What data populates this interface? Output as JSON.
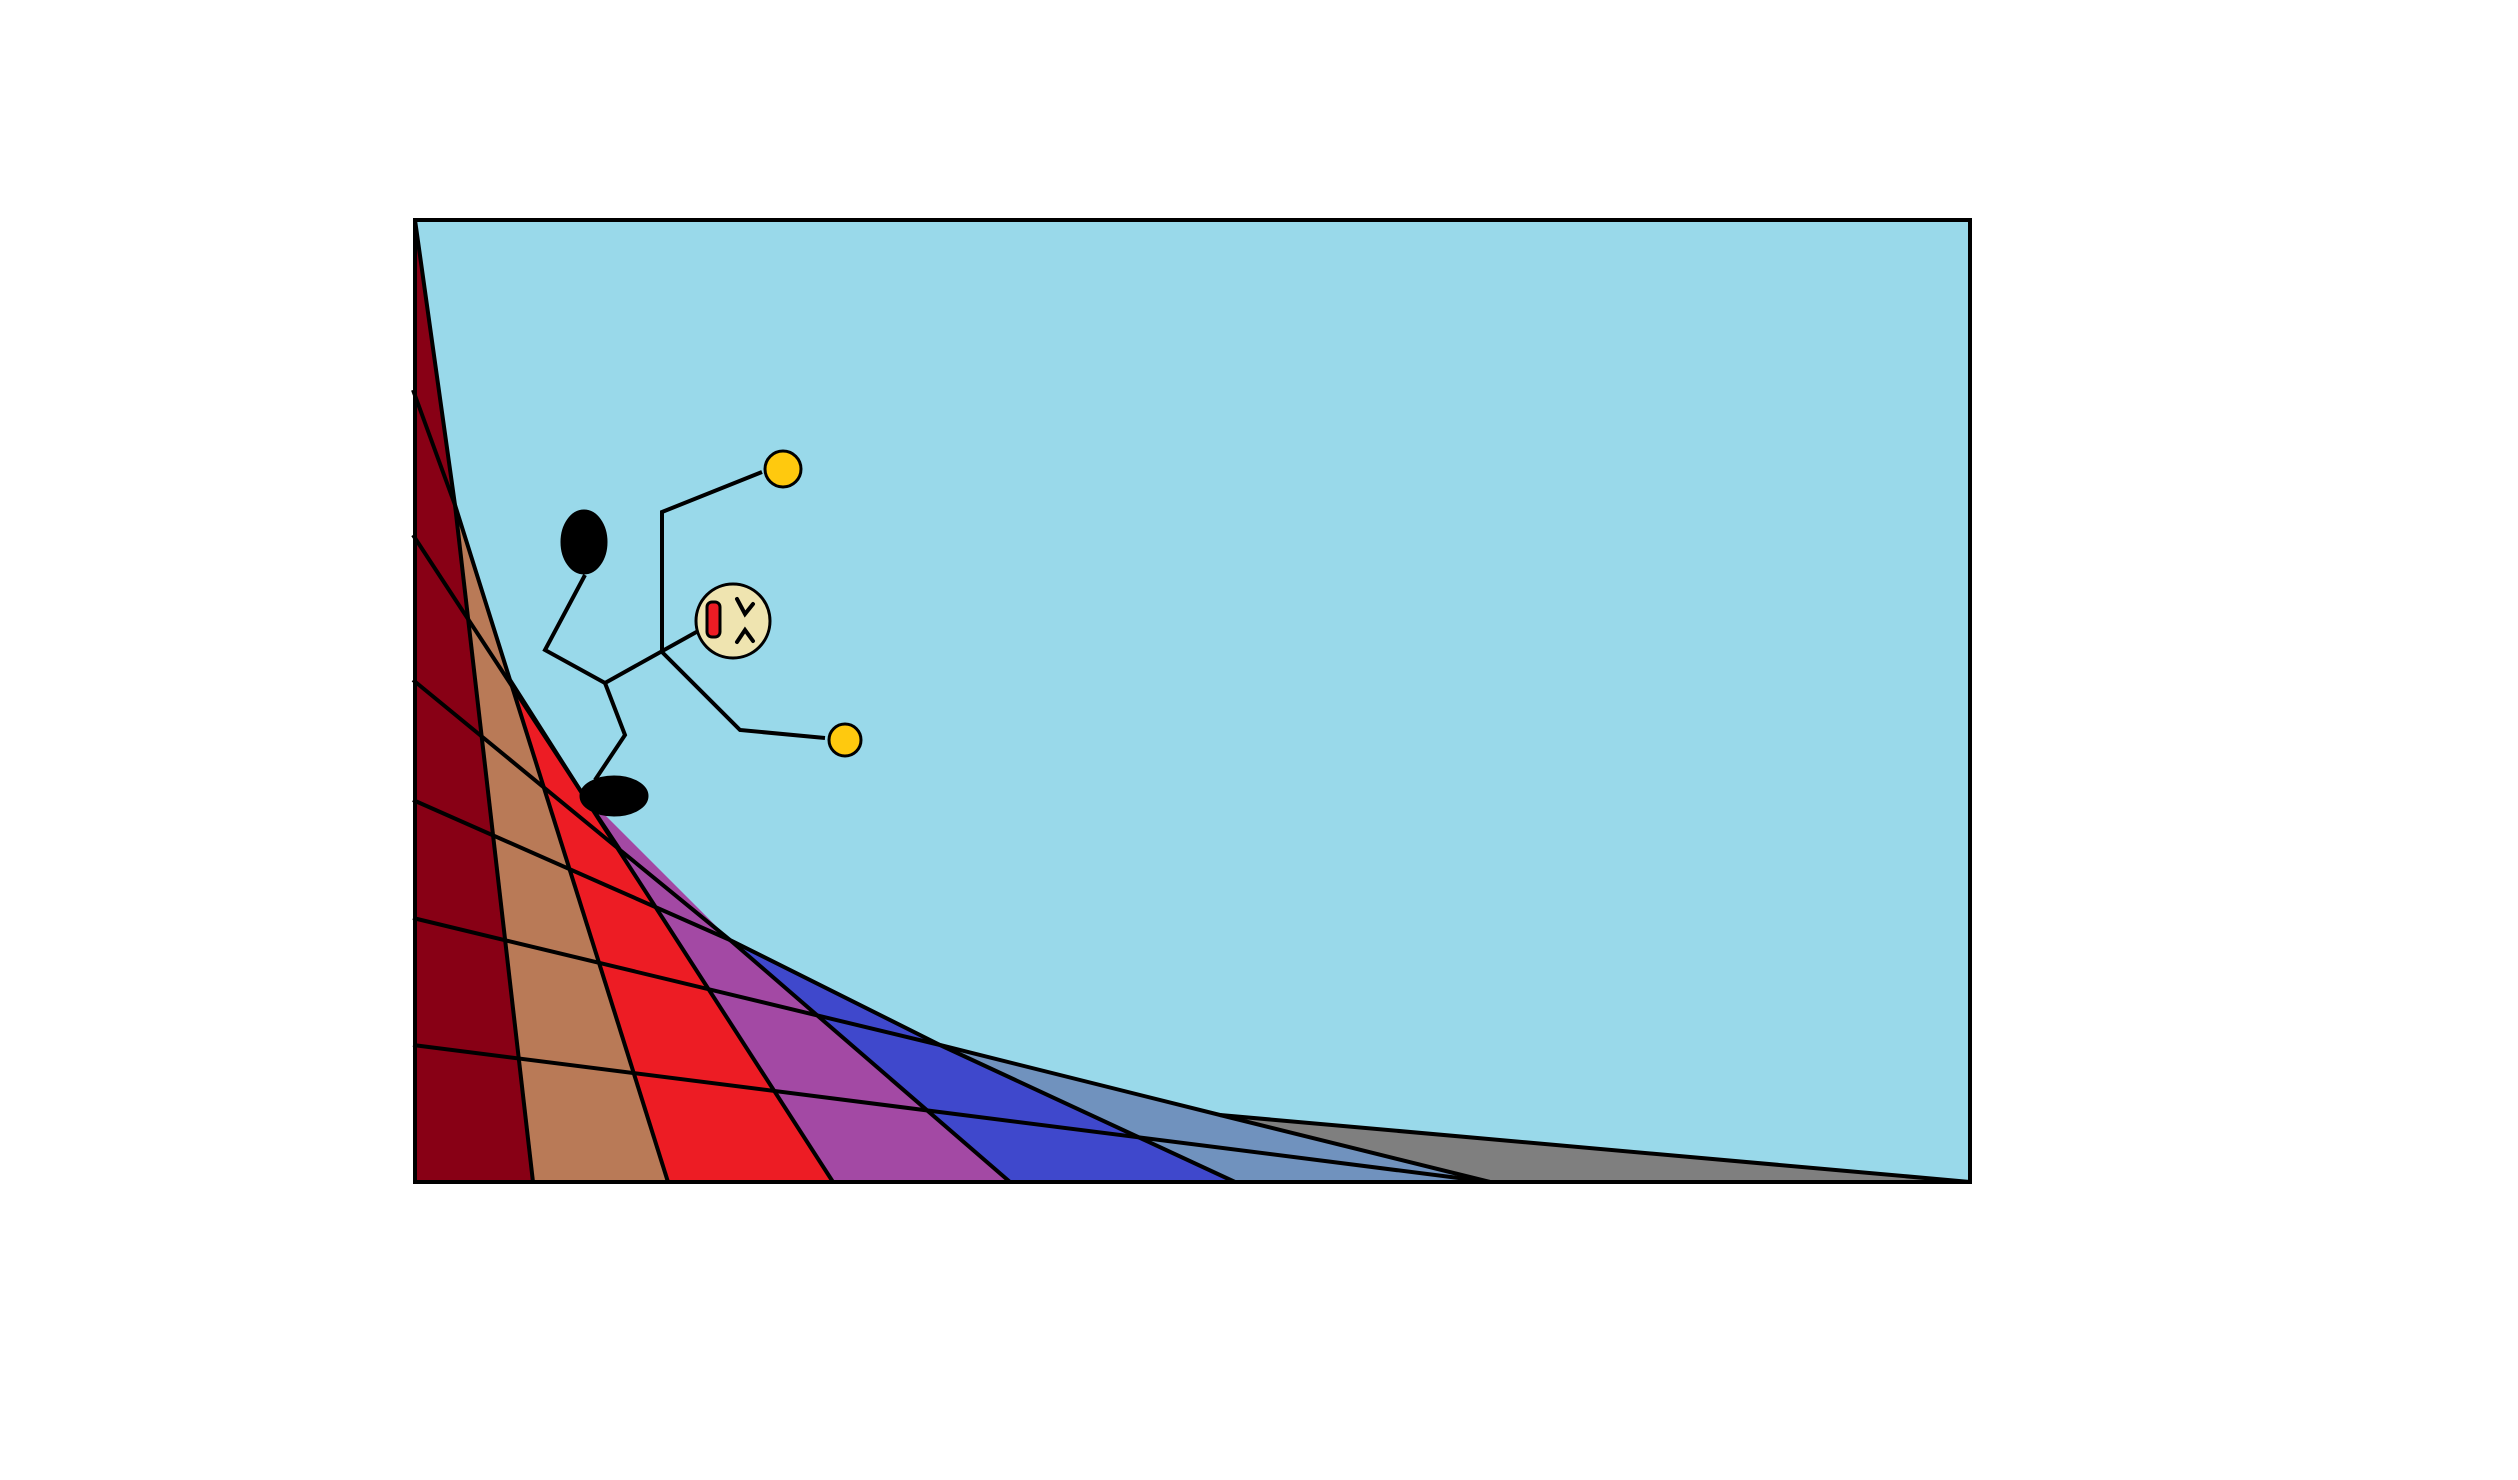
{
  "scene": {
    "colors": {
      "page_background": "#ffffff",
      "sky": "#99d9ea",
      "outline": "#000000",
      "skin": "#efe4b0",
      "hand_fill": "#ffc90e",
      "shoe_fill": "#000000",
      "mouth_fill": "#ed1c24"
    },
    "ramp_strip_colors": [
      {
        "name": "dark-red-strip",
        "color": "#880015"
      },
      {
        "name": "brown-strip",
        "color": "#b97a57"
      },
      {
        "name": "red-strip",
        "color": "#ed1c24"
      },
      {
        "name": "purple-strip",
        "color": "#a349a4"
      },
      {
        "name": "blue-strip",
        "color": "#3f48cc"
      },
      {
        "name": "steel-blue-strip",
        "color": "#7092be"
      },
      {
        "name": "gray-strip",
        "color": "#7f7f7f"
      }
    ],
    "figure_parts": [
      "head",
      "angry-eyes",
      "mouth",
      "torso",
      "left-arm",
      "right-arm",
      "left-hand",
      "right-hand",
      "left-leg",
      "right-leg",
      "left-shoe",
      "right-shoe"
    ]
  }
}
